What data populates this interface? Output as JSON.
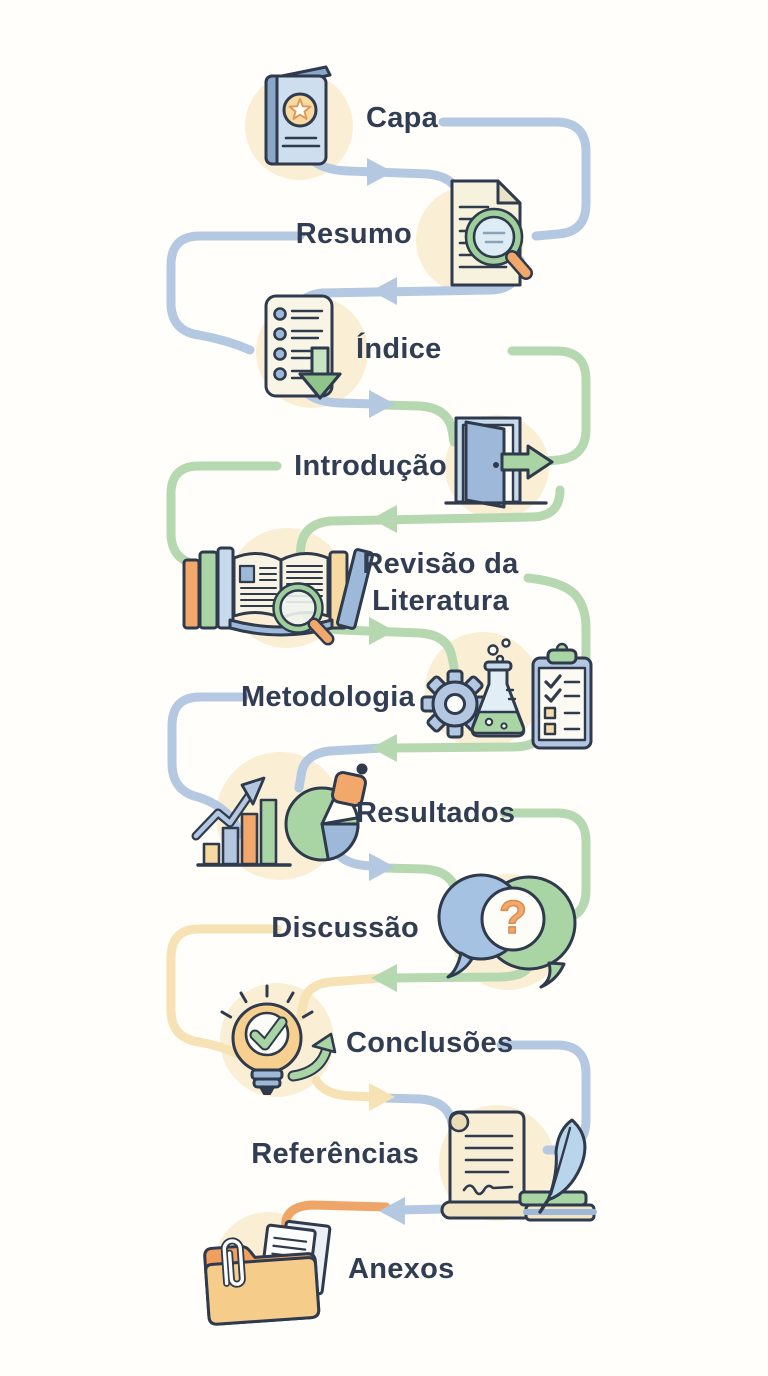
{
  "diagram": {
    "language": "pt",
    "topic": "document-structure-flow",
    "steps": [
      {
        "label": "Capa",
        "icon": "book-cover-icon",
        "side": "icon-left"
      },
      {
        "label": "Resumo",
        "icon": "document-magnifier-icon",
        "side": "icon-right"
      },
      {
        "label": "Índice",
        "icon": "checklist-down-arrow-icon",
        "side": "icon-left"
      },
      {
        "label": "Introdução",
        "icon": "open-door-arrow-icon",
        "side": "icon-right"
      },
      {
        "label": "Revisão da Literatura",
        "label_line1": "Revisão da",
        "label_line2": "Literatura",
        "icon": "books-magnifier-icon",
        "side": "icon-left"
      },
      {
        "label": "Metodologia",
        "icon": "gear-flask-clipboard-icon",
        "side": "icon-right"
      },
      {
        "label": "Resultados",
        "icon": "bar-chart-pie-icon",
        "side": "icon-left"
      },
      {
        "label": "Discussão",
        "icon": "chat-question-icon",
        "side": "icon-right"
      },
      {
        "label": "Conclusões",
        "icon": "lightbulb-check-icon",
        "side": "icon-left"
      },
      {
        "label": "Referências",
        "icon": "scroll-quill-books-icon",
        "side": "icon-right"
      },
      {
        "label": "Anexos",
        "icon": "folder-documents-icon",
        "side": "icon-left"
      }
    ],
    "colors": {
      "connector_blue": "#b4c8e2",
      "connector_green": "#b6d8b0",
      "connector_yellow": "#f6e2b4",
      "connector_orange": "#f0a568",
      "label_text": "#313d52",
      "icon_outline": "#2f3a4d",
      "icon_halo": "#f9ebcb",
      "background": "#fffefa"
    }
  }
}
